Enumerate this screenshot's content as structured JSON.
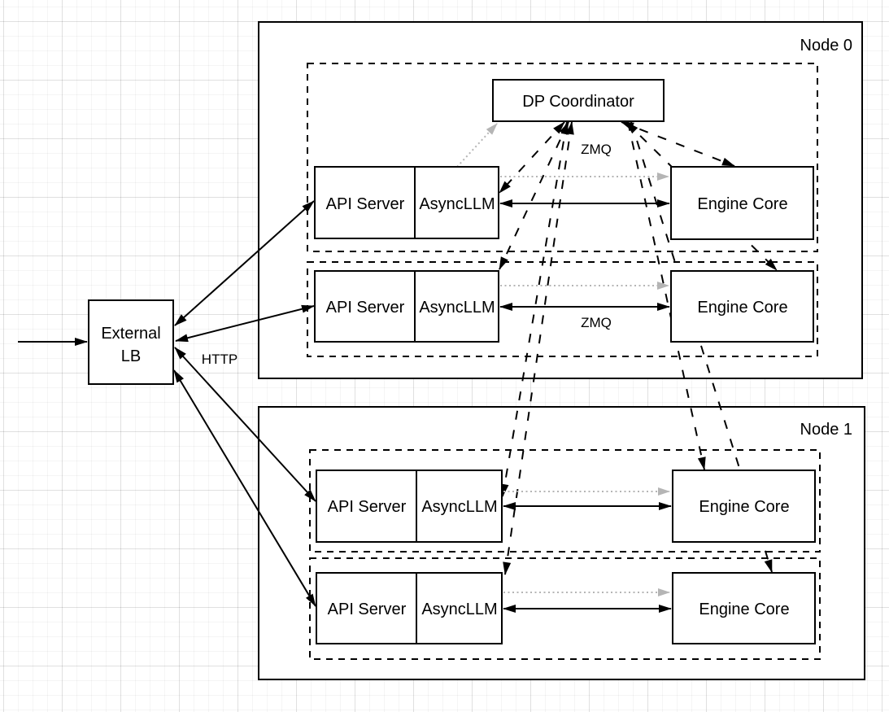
{
  "diagram": {
    "external_lb": {
      "line1": "External",
      "line2": "LB"
    },
    "dp_coordinator_label": "DP Coordinator",
    "edge_labels": {
      "http": "HTTP",
      "zmq_coordinator": "ZMQ",
      "zmq_row2": "ZMQ"
    },
    "colors": {
      "stroke": "#000000",
      "gray_edge": "#b5b5b5",
      "box_fill": "#ffffff"
    },
    "nodes": [
      {
        "label": "Node 0",
        "rows": [
          {
            "api_server": "API Server",
            "asyncllm": "AsyncLLM",
            "engine_core": "Engine Core"
          },
          {
            "api_server": "API Server",
            "asyncllm": "AsyncLLM",
            "engine_core": "Engine Core"
          }
        ]
      },
      {
        "label": "Node 1",
        "rows": [
          {
            "api_server": "API Server",
            "asyncllm": "AsyncLLM",
            "engine_core": "Engine Core"
          },
          {
            "api_server": "API Server",
            "asyncllm": "AsyncLLM",
            "engine_core": "Engine Core"
          }
        ]
      }
    ]
  }
}
